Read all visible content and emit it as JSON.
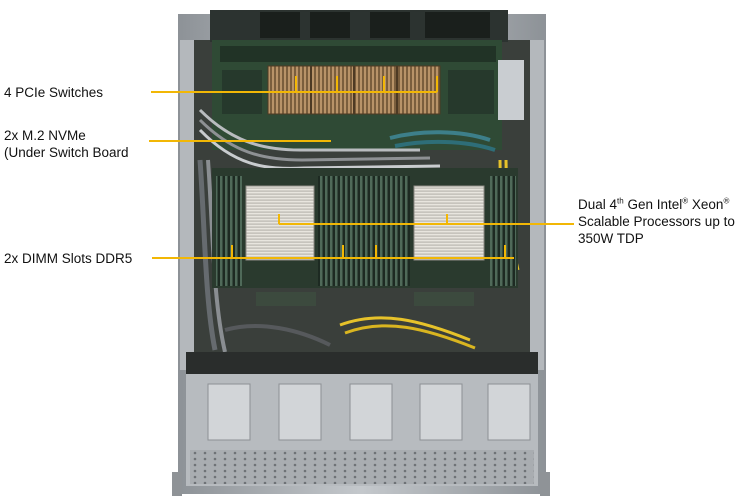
{
  "callouts": {
    "pcie": {
      "text": "4 PCIe Switches"
    },
    "m2": {
      "line1": "2x M.2 NVMe",
      "line2": "(Under Switch Board"
    },
    "dimm": {
      "text": "2x DIMM Slots DDR5"
    },
    "cpu": {
      "line1_a": "Dual 4",
      "line1_sup1": "th",
      "line1_b": " Gen Intel",
      "line1_sup2": "®",
      "line1_c": "  Xeon",
      "line1_sup3": "®",
      "line2": "Scalable Processors up to",
      "line3": "350W TDP"
    }
  },
  "colors": {
    "leader": "#f2b705",
    "chassis": "#9ea3a8",
    "board": "#2d3b2d"
  }
}
